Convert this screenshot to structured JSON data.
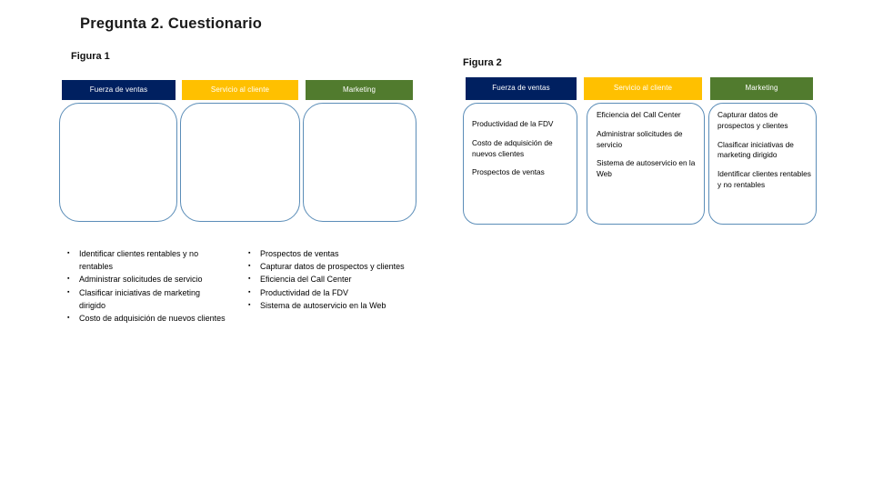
{
  "slide": {
    "title": "Pregunta 2. Cuestionario",
    "background_color": "#FFFFFF"
  },
  "colors": {
    "sales_force": "#002060",
    "customer_service": "#FFC000",
    "marketing": "#517B2E",
    "box_outline": "#5B8DB8",
    "bar_text": "#FFFFFF"
  },
  "figure1": {
    "label": "Figura 1",
    "columns": [
      {
        "header": "Fuerza de ventas",
        "color_key": "sales_force",
        "items": []
      },
      {
        "header": "Servicio al cliente",
        "color_key": "customer_service",
        "items": []
      },
      {
        "header": "Marketing",
        "color_key": "marketing",
        "items": []
      }
    ],
    "bullet_columns": [
      {
        "items": [
          "Identificar clientes rentables y no rentables",
          "Administrar solicitudes de servicio",
          "Clasificar iniciativas de marketing dirigido",
          "Costo de adquisición de nuevos clientes"
        ]
      },
      {
        "items": [
          "Prospectos de ventas",
          "Capturar datos de prospectos y clientes",
          "Eficiencia del Call Center",
          "Productividad de la FDV",
          "Sistema de autoservicio en la Web"
        ]
      }
    ],
    "bullet_mark": "▪"
  },
  "figure2": {
    "label": "Figura 2",
    "columns": [
      {
        "header": "Fuerza de ventas",
        "color_key": "sales_force",
        "items": [
          "Productividad de la FDV",
          "Costo de adquisición de nuevos clientes",
          "Prospectos de ventas"
        ]
      },
      {
        "header": "Servicio al cliente",
        "color_key": "customer_service",
        "items": [
          "Eficiencia del Call Center",
          "Administrar solicitudes de servicio",
          "Sistema de autoservicio en la Web"
        ]
      },
      {
        "header": "Marketing",
        "color_key": "marketing",
        "items": [
          "Capturar datos de prospectos y clientes",
          "Clasificar iniciativas de marketing dirigido",
          "Identificar clientes rentables y no rentables"
        ]
      }
    ]
  }
}
